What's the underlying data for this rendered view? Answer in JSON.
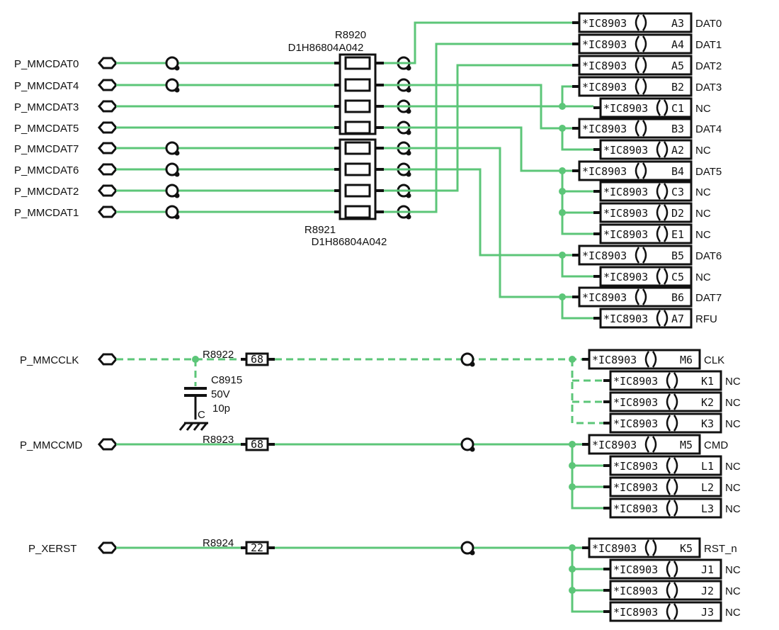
{
  "resistor_arrays": [
    {
      "ref": "R8920",
      "part": "D1H86804A042"
    },
    {
      "ref": "R8921",
      "part": "D1H86804A042"
    }
  ],
  "mmc_data_lines": [
    {
      "net": "P_MMCDAT0",
      "ic_label": "*IC8903",
      "pin": "A3",
      "signal": "DAT0"
    },
    {
      "net": "P_MMCDAT4",
      "ic_label": "*IC8903",
      "pin": "B3",
      "signal": "DAT4"
    },
    {
      "net": "P_MMCDAT3",
      "ic_label": "*IC8903",
      "pin": "B2",
      "signal": "DAT3"
    },
    {
      "net": "P_MMCDAT5",
      "ic_label": "*IC8903",
      "pin": "B4",
      "signal": "DAT5"
    },
    {
      "net": "P_MMCDAT7",
      "ic_label": "*IC8903",
      "pin": "B6",
      "signal": "DAT7"
    },
    {
      "net": "P_MMCDAT6",
      "ic_label": "*IC8903",
      "pin": "B5",
      "signal": "DAT6"
    },
    {
      "net": "P_MMCDAT2",
      "ic_label": "*IC8903",
      "pin": "A5",
      "signal": "DAT2"
    },
    {
      "net": "P_MMCDAT1",
      "ic_label": "*IC8903",
      "pin": "A4",
      "signal": "DAT1"
    }
  ],
  "top_ic_pins": [
    {
      "ic_label": "*IC8903",
      "pin": "A3",
      "signal": "DAT0"
    },
    {
      "ic_label": "*IC8903",
      "pin": "A4",
      "signal": "DAT1"
    },
    {
      "ic_label": "*IC8903",
      "pin": "A5",
      "signal": "DAT2"
    },
    {
      "ic_label": "*IC8903",
      "pin": "B2",
      "signal": "DAT3"
    },
    {
      "ic_label": "*IC8903",
      "pin": "C1",
      "signal": "NC"
    },
    {
      "ic_label": "*IC8903",
      "pin": "B3",
      "signal": "DAT4"
    },
    {
      "ic_label": "*IC8903",
      "pin": "A2",
      "signal": "NC"
    },
    {
      "ic_label": "*IC8903",
      "pin": "B4",
      "signal": "DAT5"
    },
    {
      "ic_label": "*IC8903",
      "pin": "C3",
      "signal": "NC"
    },
    {
      "ic_label": "*IC8903",
      "pin": "D2",
      "signal": "NC"
    },
    {
      "ic_label": "*IC8903",
      "pin": "E1",
      "signal": "NC"
    },
    {
      "ic_label": "*IC8903",
      "pin": "B5",
      "signal": "DAT6"
    },
    {
      "ic_label": "*IC8903",
      "pin": "C5",
      "signal": "NC"
    },
    {
      "ic_label": "*IC8903",
      "pin": "B6",
      "signal": "DAT7"
    },
    {
      "ic_label": "*IC8903",
      "pin": "A7",
      "signal": "RFU"
    }
  ],
  "groups": [
    {
      "net": "P_MMCCLK",
      "resistor": "R8922",
      "value": "68",
      "dashed": true,
      "pins": [
        {
          "ic_label": "*IC8903",
          "pin": "M6",
          "signal": "CLK"
        },
        {
          "ic_label": "*IC8903",
          "pin": "K1",
          "signal": "NC"
        },
        {
          "ic_label": "*IC8903",
          "pin": "K2",
          "signal": "NC"
        },
        {
          "ic_label": "*IC8903",
          "pin": "K3",
          "signal": "NC"
        }
      ]
    },
    {
      "net": "P_MMCCMD",
      "resistor": "R8923",
      "value": "68",
      "dashed": false,
      "pins": [
        {
          "ic_label": "*IC8903",
          "pin": "M5",
          "signal": "CMD"
        },
        {
          "ic_label": "*IC8903",
          "pin": "L1",
          "signal": "NC"
        },
        {
          "ic_label": "*IC8903",
          "pin": "L2",
          "signal": "NC"
        },
        {
          "ic_label": "*IC8903",
          "pin": "L3",
          "signal": "NC"
        }
      ]
    },
    {
      "net": "P_XERST",
      "resistor": "R8924",
      "value": "22",
      "dashed": false,
      "pins": [
        {
          "ic_label": "*IC8903",
          "pin": "K5",
          "signal": "RST_n"
        },
        {
          "ic_label": "*IC8903",
          "pin": "J1",
          "signal": "NC"
        },
        {
          "ic_label": "*IC8903",
          "pin": "J2",
          "signal": "NC"
        },
        {
          "ic_label": "*IC8903",
          "pin": "J3",
          "signal": "NC"
        }
      ]
    }
  ],
  "capacitor": {
    "ref": "C8915",
    "voltage": "50V",
    "value": "10p",
    "type": "C"
  },
  "colors": {
    "wire": "#5cc678",
    "ink": "#111111",
    "background": "#ffffff"
  }
}
